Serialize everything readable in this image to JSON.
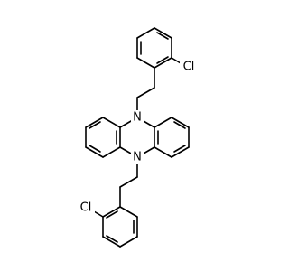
{
  "molecule": {
    "atoms": [
      {
        "id": "N1",
        "label": "N"
      },
      {
        "id": "N2",
        "label": "N"
      },
      {
        "id": "Cl1",
        "label": "Cl"
      },
      {
        "id": "Cl2",
        "label": "Cl"
      }
    ]
  },
  "colors": {
    "bond": "#000000",
    "label": "#000000",
    "background": "#ffffff"
  }
}
